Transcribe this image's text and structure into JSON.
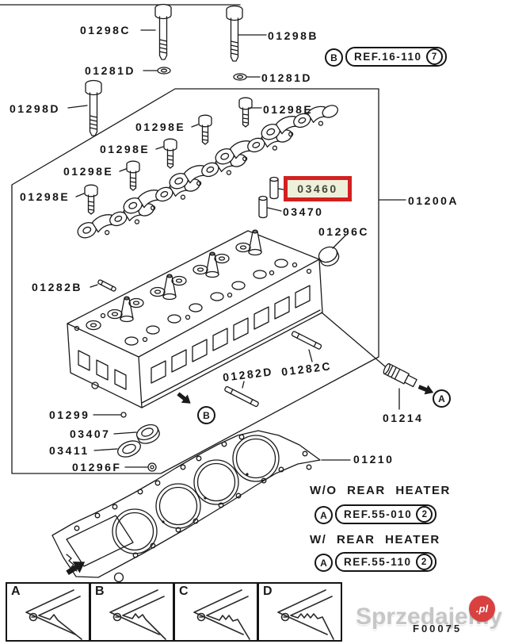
{
  "parts": {
    "01298C": "01298C",
    "01298B": "01298B",
    "01281D": "01281D",
    "01298D": "01298D",
    "01298E": "01298E",
    "03460": "03460",
    "03470": "03470",
    "01296C": "01296C",
    "01200A": "01200A",
    "01282B": "01282B",
    "01282C": "01282C",
    "01282D": "01282D",
    "01299": "01299",
    "03407": "03407",
    "03411": "03411",
    "01296F": "01296F",
    "01214": "01214",
    "01210": "01210"
  },
  "refs": {
    "cylinder_bolts": {
      "callout": "B",
      "label": "REF.16-110",
      "qty": "7"
    },
    "wo_rear_heater": {
      "title": "W/O REAR HEATER",
      "callout": "A",
      "label": "REF.55-010",
      "qty": "2"
    },
    "w_rear_heater": {
      "title": "W/ REAR HEATER",
      "callout": "A",
      "label": "REF.55-110",
      "qty": "2"
    }
  },
  "callouts": {
    "A": "A",
    "B": "B"
  },
  "insets": [
    {
      "letter": "A"
    },
    {
      "letter": "B"
    },
    {
      "letter": "C"
    },
    {
      "letter": "D"
    }
  ],
  "highlight": {
    "part": "03460",
    "color": "#d32020"
  },
  "watermark": {
    "text": "Sprzedajemy",
    "suffix": ".pl"
  },
  "figure_code": "F00075",
  "colors": {
    "line": "#1a1a1a",
    "highlight_red": "#d32020",
    "logo_red": "#d94040",
    "watermark_gray": "#c6c6c6"
  }
}
